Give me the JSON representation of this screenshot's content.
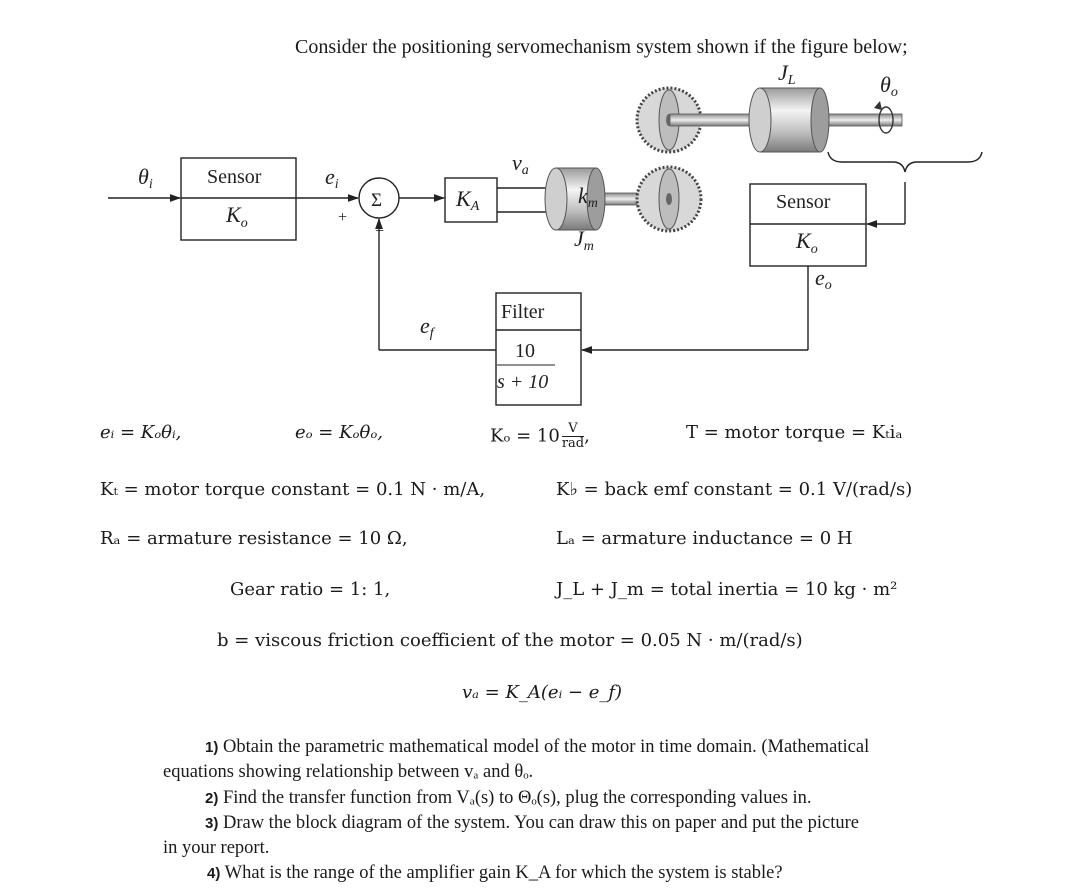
{
  "title": "Consider the positioning servomechanism system shown if the figure below;",
  "diagram": {
    "labels": {
      "theta_i": "θ",
      "theta_i_sub": "i",
      "e_i": "e",
      "e_i_sub": "i",
      "v_a": "v",
      "v_a_sub": "a",
      "sum": "Σ",
      "plus": "+",
      "minus": "−",
      "K_A": "K",
      "K_A_sub": "A",
      "k_m": "k",
      "k_m_sub": "m",
      "J_m": "J",
      "J_m_sub": "m",
      "J_L": "J",
      "J_L_sub": "L",
      "theta_o": "θ",
      "theta_o_sub": "o",
      "e_f": "e",
      "e_f_sub": "f",
      "e_o": "e",
      "e_o_sub": "o"
    },
    "sensor_left": {
      "title": "Sensor",
      "gain": "K",
      "gain_sub": "o"
    },
    "sensor_right": {
      "title": "Sensor",
      "gain": "K",
      "gain_sub": "o"
    },
    "filter": {
      "title": "Filter",
      "num": "10",
      "den": "s + 10"
    }
  },
  "equations": {
    "ei": "eᵢ = Kₒθᵢ,",
    "eo": "eₒ = Kₒθₒ,",
    "ko_left": "Kₒ = 10",
    "ko_num": "V",
    "ko_den": "rad",
    "ko_comma": ",",
    "torque": "T = motor torque = Kₜiₐ",
    "kt": "Kₜ = motor torque constant = 0.1 N · m/A,",
    "kb": "K♭ = back emf constant = 0.1 V/(rad/s)",
    "ra": "Rₐ = armature resistance = 10 Ω,",
    "la": "Lₐ = armature inductance = 0 H",
    "gear": "Gear ratio = 1: 1,",
    "inertia": "J_L + J_m = total inertia = 10 kg · m²",
    "b": "b = viscous friction coefficient of the motor = 0.05 N · m/(rad/s)",
    "va": "vₐ = K_A(eᵢ − e_f)"
  },
  "questions": [
    {
      "num": "1)",
      "text": "Obtain the parametric mathematical model of the motor in time domain. (Mathematical",
      "cont": "equations showing relationship between vₐ and θₒ."
    },
    {
      "num": "2)",
      "text": "Find the transfer function from Vₐ(s) to Θₒ(s), plug the corresponding values in."
    },
    {
      "num": "3)",
      "text": "Draw the block diagram of the system. You can draw this on paper and put the picture",
      "cont": "in your report."
    },
    {
      "num": "4)",
      "text": "What is the range of the amplifier gain K_A for which the system is stable?"
    }
  ]
}
